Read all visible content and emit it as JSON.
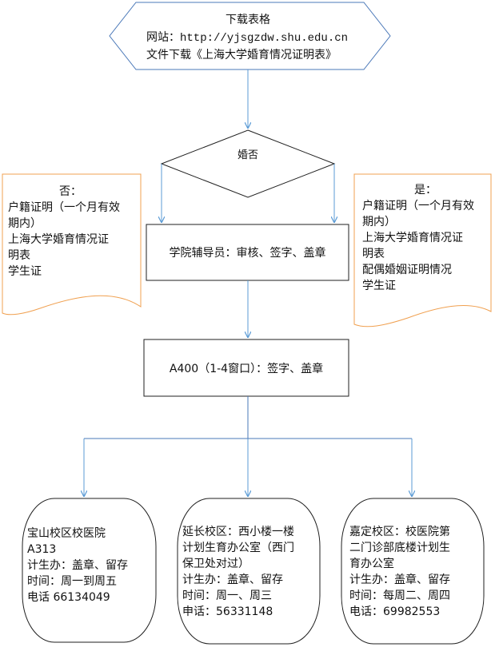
{
  "start": {
    "title": "下载表格",
    "url_label": "网站：",
    "url": "http://yjsgzdw.shu.edu.cn",
    "download": "文件下载《上海大学婚育情况证明表》"
  },
  "decision": {
    "label": "婚否"
  },
  "no_doc": {
    "heading": "否：",
    "lines": [
      "户籍证明（一个月有效",
      "期内）",
      "上海大学婚育情况证",
      "明表",
      "学生证"
    ]
  },
  "yes_doc": {
    "heading": "是：",
    "lines": [
      "户籍证明（一个月有效",
      "期内）",
      "上海大学婚育情况证",
      "明表",
      "配偶婚姻证明情况",
      "学生证"
    ]
  },
  "step1": {
    "label": "学院辅导员：审核、签字、盖章"
  },
  "step2": {
    "label": "A400（1-4窗口）：签字、盖章"
  },
  "campuses": [
    {
      "lines": [
        "宝山校区校医院",
        "A313",
        "计生办：盖章、留存",
        "时间：周一到周五",
        "电话 66134049"
      ]
    },
    {
      "lines": [
        "延长校区：西小楼一楼",
        "计划生育办公室（西门",
        "保卫处对过）",
        "计生办：盖章、留存",
        "时间：周一、周三",
        "申话：56331148"
      ]
    },
    {
      "lines": [
        "嘉定校区：校医院第",
        "二门诊部底楼计划生",
        "育办公室",
        "计生办：盖章、留存",
        "时间：每周二、周四",
        "电话：69982553"
      ]
    }
  ],
  "colors": {
    "line": "#4a78b8",
    "arrow": "#5b9bd5",
    "doc_border": "#f0a050",
    "box_border": "#1f1f1f"
  }
}
